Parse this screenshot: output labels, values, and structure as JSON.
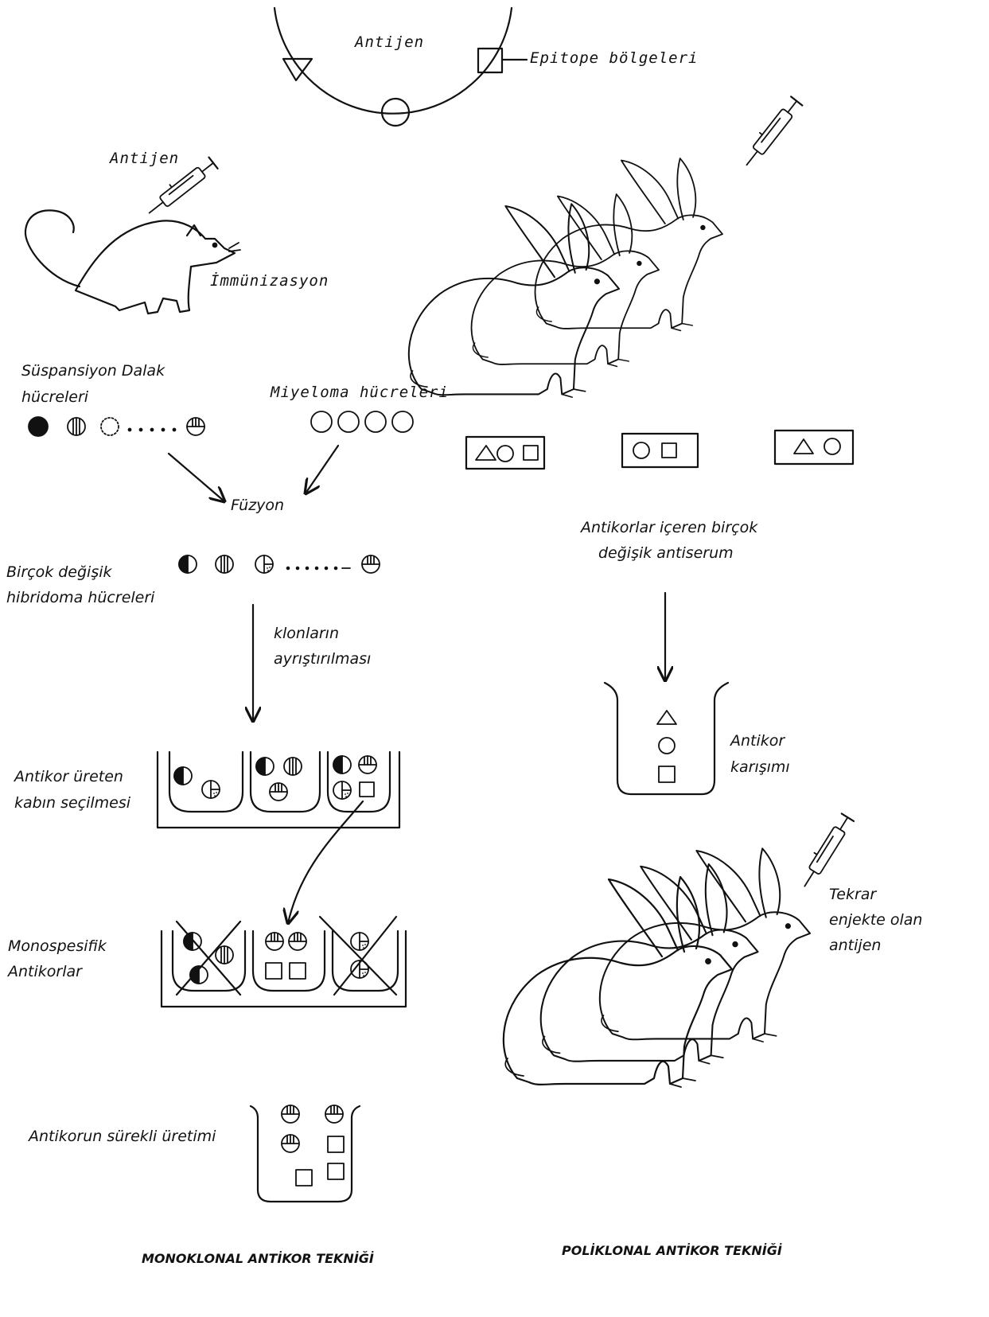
{
  "antigen": {
    "label": "Antijen",
    "epitope_label": "Epitope bölgeleri"
  },
  "monoclonal": {
    "injection_label": "Antijen",
    "immunization_label": "İmmünizasyon",
    "spleen_label_line1": "Süspansiyon Dalak",
    "spleen_label_line2": "hücreleri",
    "myeloma_label": "Miyeloma hücreleri",
    "fusion_label": "Füzyon",
    "hybridoma_line1": "Birçok değişik",
    "hybridoma_line2": "hibridoma hücreleri",
    "clone_line1": "klonların",
    "clone_line2": "ayrıştırılması",
    "selection_line1": "Antikor üreten",
    "selection_line2": "kabın seçilmesi",
    "monospecific_line1": "Monospesifik",
    "monospecific_line2": "Antikorlar",
    "continuous_label": "Antikorun sürekli üretimi",
    "title": "MONOKLONAL ANTİKOR TEKNİĞİ"
  },
  "polyclonal": {
    "antiserum_line1": "Antikorlar içeren birçok",
    "antiserum_line2": "değişik antiserum",
    "mixture_line1": "Antikor",
    "mixture_line2": "karışımı",
    "reinject_line1": "Tekrar",
    "reinject_line2": "enjekte olan",
    "reinject_line3": "antijen",
    "title": "POLİKLONAL ANTİKOR TEKNİĞİ"
  }
}
